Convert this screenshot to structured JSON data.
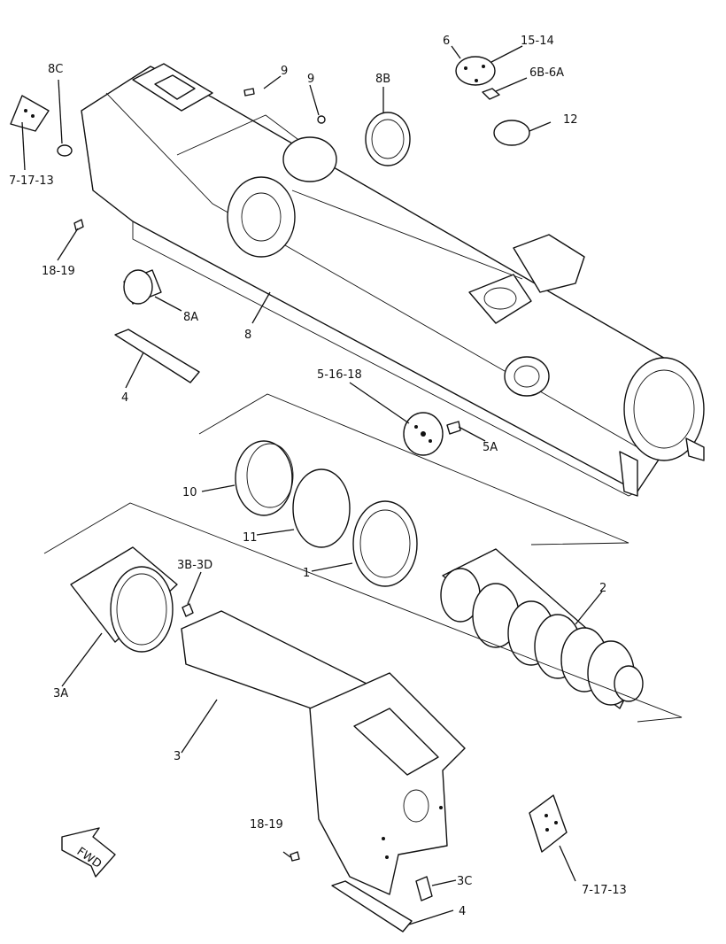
{
  "callouts": {
    "c_6": "6",
    "c_15_14": "15-14",
    "c_6b_6a": "6B-6A",
    "c_12": "12",
    "c_8b": "8B",
    "c_9_a": "9",
    "c_9_b": "9",
    "c_8c": "8C",
    "c_7_17_13_top": "7-17-13",
    "c_18_19_top": "18-19",
    "c_8a": "8A",
    "c_8": "8",
    "c_4_top": "4",
    "c_5_16_18": "5-16-18",
    "c_5a": "5A",
    "c_10": "10",
    "c_11": "11",
    "c_1": "1",
    "c_2": "2",
    "c_3b_3d": "3B-3D",
    "c_3a": "3A",
    "c_3": "3",
    "c_18_19_bottom": "18-19",
    "c_3c": "3C",
    "c_4_bottom": "4",
    "c_7_17_13_bottom": "7-17-13"
  },
  "fwd_label": "FWD"
}
